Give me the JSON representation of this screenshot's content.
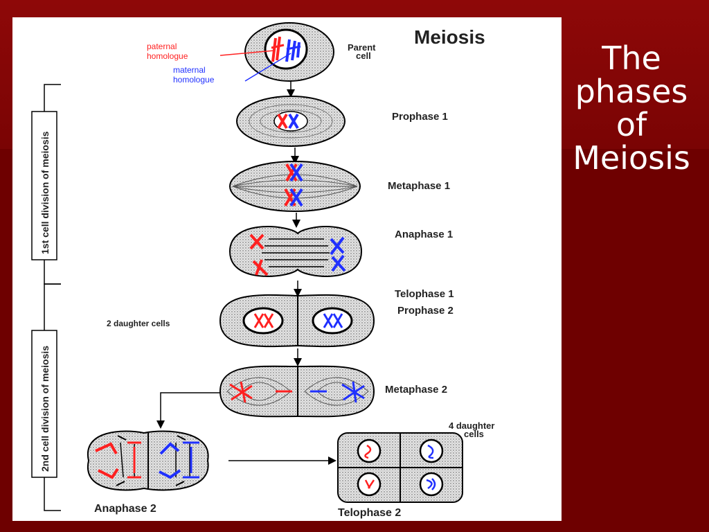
{
  "slide": {
    "title_lines": [
      "The",
      "phases",
      "of",
      "Meiosis"
    ]
  },
  "diagram": {
    "heading": "Meiosis",
    "paternal_label": [
      "paternal",
      "homologue"
    ],
    "maternal_label": [
      "maternal",
      "homologue"
    ],
    "parent_cell_label": [
      "Parent",
      "cell"
    ],
    "prophase1": "Prophase 1",
    "metaphase1": "Metaphase 1",
    "anaphase1": "Anaphase 1",
    "telophase1": "Telophase 1",
    "prophase2": "Prophase 2",
    "two_daughter": "2 daughter cells",
    "metaphase2": "Metaphase 2",
    "four_daughter": [
      "4 daughter",
      "cells"
    ],
    "anaphase2": "Anaphase 2",
    "telophase2": "Telophase 2",
    "division1": "1st cell division of meiosis",
    "division2": "2nd cell division of meiosis"
  },
  "colors": {
    "background": "#6e0000",
    "paternal": "#ff2020",
    "maternal": "#2030ff",
    "title_text": "#ffffff"
  }
}
